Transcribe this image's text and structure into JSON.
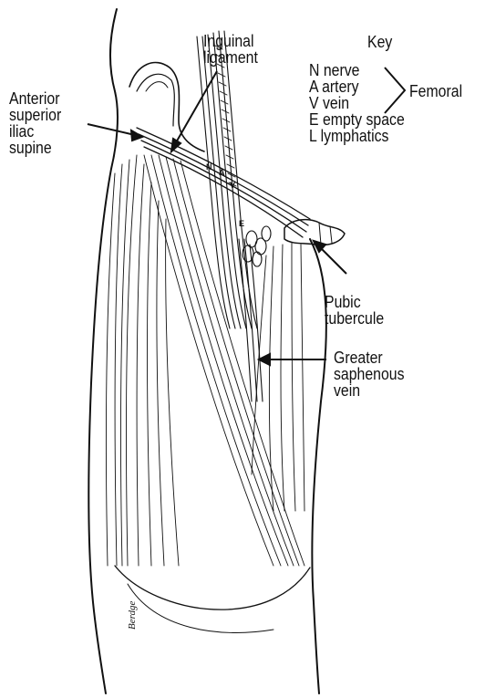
{
  "labels": {
    "inguinal_1": "Inguinal",
    "inguinal_2": "ligament",
    "asis_1": "Anterior",
    "asis_2": "superior",
    "asis_3": "iliac",
    "asis_4": "supine",
    "pubic_1": "Pubic",
    "pubic_2": "tubercule",
    "saph_1": "Greater",
    "saph_2": "saphenous",
    "saph_3": "vein"
  },
  "key": {
    "title": "Key",
    "items": [
      "N nerve",
      "A artery",
      "V vein",
      "E empty space",
      "L lymphatics"
    ],
    "group_label": "Femoral"
  },
  "figure_letters": {
    "n": "N",
    "a": "A",
    "v": "V",
    "e": "E"
  },
  "signature": "Berdge"
}
